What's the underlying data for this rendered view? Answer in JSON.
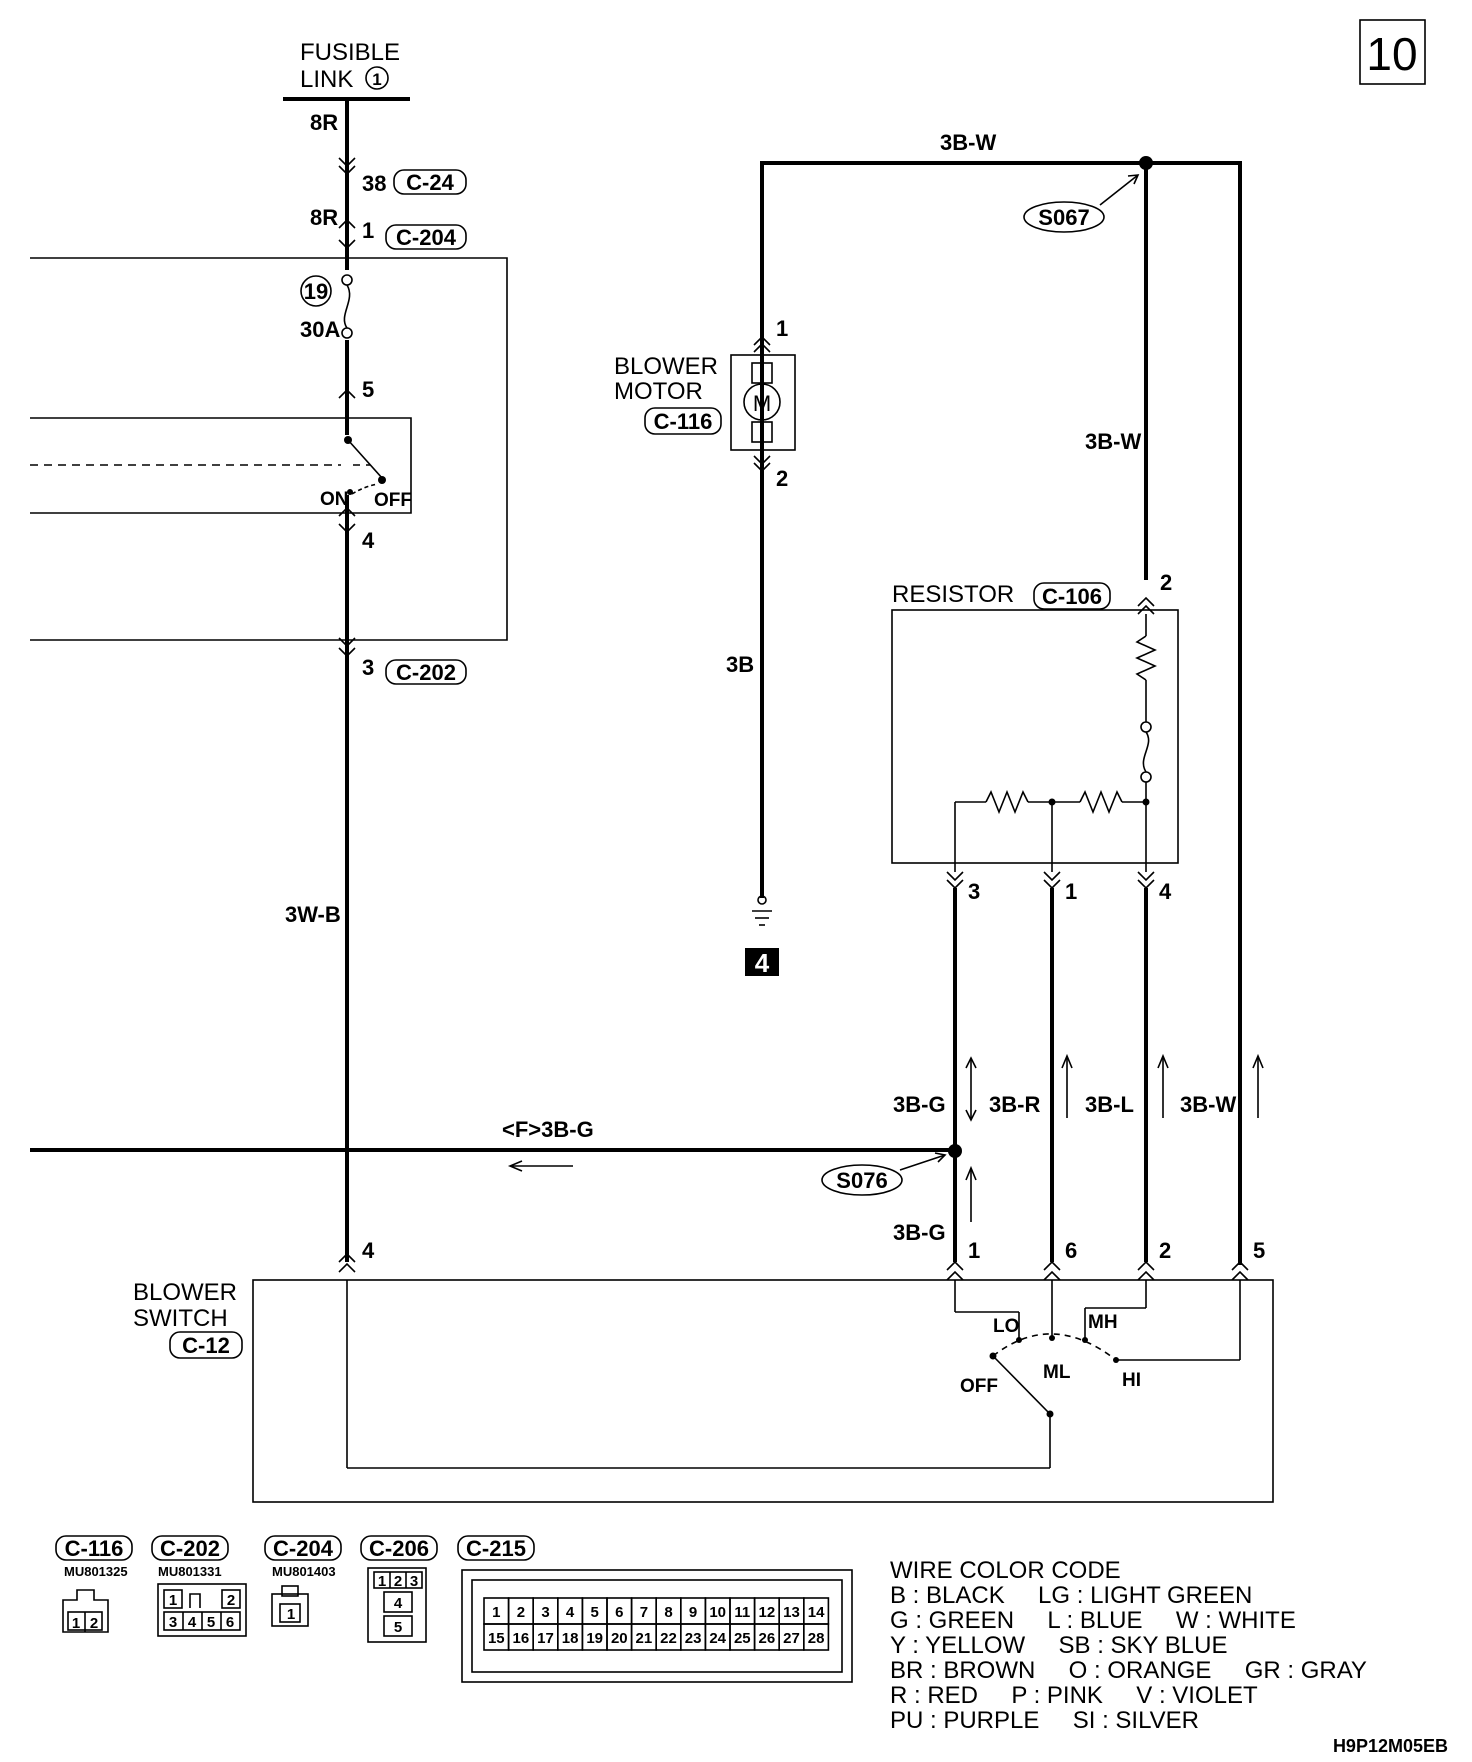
{
  "page_number": "10",
  "figure_code": "H9P12M05EB",
  "fusible_link": {
    "line1": "FUSIBLE",
    "line2": "LINK",
    "number": "1"
  },
  "fuse": {
    "number": "19",
    "rating": "30A"
  },
  "switch_contacts": {
    "on": "ON",
    "off": "OFF"
  },
  "wires": {
    "w8r_top": "8R",
    "w8r_mid": "8R",
    "w3w_b": "3W-B",
    "w3b_w_top": "3B-W",
    "w3b_w_right": "3B-W",
    "w3b": "3B",
    "w3b_g_a": "3B-G",
    "w3b_r": "3B-R",
    "w3b_l": "3B-L",
    "w3b_w_b": "3B-W",
    "w_f3b_g": "<F>3B-G",
    "w3b_g_b": "3B-G"
  },
  "pins": {
    "p38": "38",
    "p1_c204": "1",
    "p5": "5",
    "p4_top": "4",
    "p3_c202": "3",
    "p1_motor": "1",
    "p2_motor": "2",
    "p2_res": "2",
    "p3_res": "3",
    "p1_res": "1",
    "p4_res": "4",
    "p4_sw": "4",
    "p1_sw": "1",
    "p6_sw": "6",
    "p2_sw": "2",
    "p5_sw": "5"
  },
  "connectors": {
    "c24": "C-24",
    "c204": "C-204",
    "c202": "C-202",
    "c116": "C-116",
    "c106": "C-106",
    "c12": "C-12"
  },
  "splices": {
    "s067": "S067",
    "s076": "S076"
  },
  "ground": "4",
  "components": {
    "blower_motor": {
      "line1": "BLOWER",
      "line2": "MOTOR",
      "symbol": "M"
    },
    "resistor": "RESISTOR",
    "blower_switch": {
      "line1": "BLOWER",
      "line2": "SWITCH"
    }
  },
  "switch_positions": {
    "lo": "LO",
    "mh": "MH",
    "ml": "ML",
    "hi": "HI",
    "off": "OFF"
  },
  "connector_views": [
    {
      "id": "C-116",
      "part": "MU801325",
      "pins": [
        "1",
        "2"
      ]
    },
    {
      "id": "C-202",
      "part": "MU801331",
      "pins": [
        "1",
        "2",
        "3",
        "4",
        "5",
        "6"
      ]
    },
    {
      "id": "C-204",
      "part": "MU801403",
      "pins": [
        "1"
      ]
    },
    {
      "id": "C-206",
      "part": "",
      "pins": [
        "1",
        "2",
        "3",
        "4",
        "5"
      ]
    },
    {
      "id": "C-215",
      "part": "",
      "pins": [
        "1",
        "2",
        "3",
        "4",
        "5",
        "6",
        "7",
        "8",
        "9",
        "10",
        "11",
        "12",
        "13",
        "14",
        "15",
        "16",
        "17",
        "18",
        "19",
        "20",
        "21",
        "22",
        "23",
        "24",
        "25",
        "26",
        "27",
        "28"
      ]
    }
  ],
  "wire_color_code": {
    "title": "WIRE COLOR CODE",
    "lines": [
      "B : BLACK     LG : LIGHT GREEN",
      "G : GREEN     L : BLUE     W : WHITE",
      "Y : YELLOW     SB : SKY BLUE",
      "BR : BROWN     O : ORANGE     GR : GRAY",
      "R : RED     P : PINK     V : VIOLET",
      "PU : PURPLE     SI : SILVER"
    ]
  }
}
